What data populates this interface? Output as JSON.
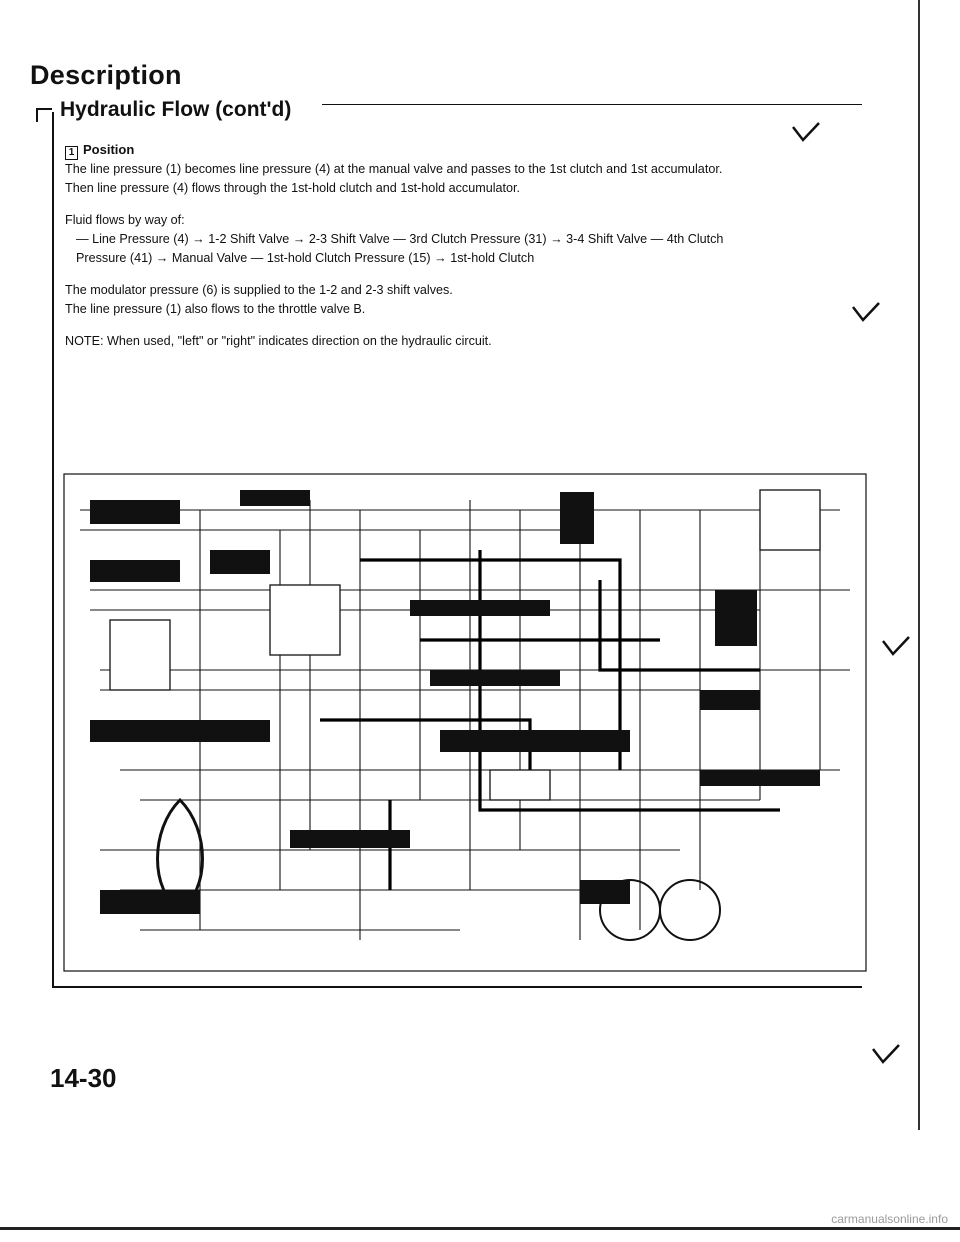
{
  "header": {
    "title": "Description",
    "subtitle": "Hydraulic Flow (cont'd)"
  },
  "position": {
    "number": "1",
    "label": "Position"
  },
  "paragraphs": [
    "The line pressure (1) becomes line pressure (4) at the manual valve and passes to the 1st clutch and 1st accumulator.",
    "Then line pressure (4) flows through the 1st-hold clutch and 1st-hold accumulator.",
    "Fluid flows by way of:",
    "— Line Pressure (4) → 1-2 Shift Valve → 2-3 Shift Valve — 3rd Clutch Pressure (31) → 3-4 Shift Valve — 4th Clutch",
    "Pressure (41) → Manual Valve — 1st-hold Clutch Pressure (15) → 1st-hold Clutch",
    "The modulator pressure (6) is supplied to the 1-2 and 2-3 shift valves.",
    "The line pressure (1) also flows to the throttle valve B.",
    "NOTE: When used, \"left\" or \"right\" indicates direction on the hydraulic circuit."
  ],
  "footer": {
    "page_number": "14-30",
    "watermark": "carmanualsonline.info"
  }
}
